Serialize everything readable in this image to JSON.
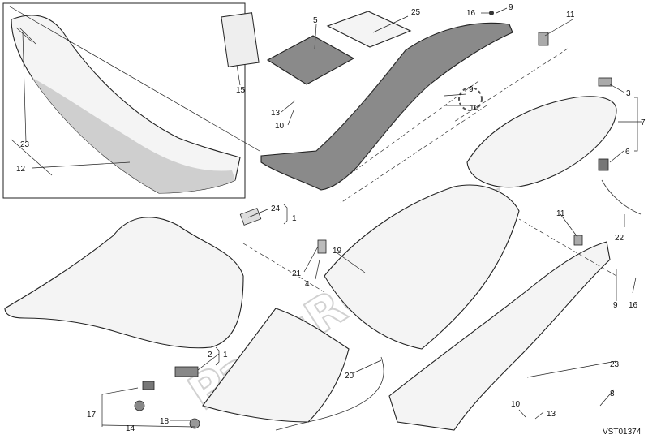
{
  "diagram": {
    "code": "VST01374",
    "watermark": "PartsRepublik",
    "callouts": [
      "1",
      "2",
      "3",
      "4",
      "5",
      "6",
      "7",
      "8",
      "9",
      "10",
      "11",
      "12",
      "13",
      "14",
      "15",
      "16",
      "17",
      "18",
      "19",
      "20",
      "21",
      "22",
      "23",
      "24",
      "25"
    ]
  }
}
